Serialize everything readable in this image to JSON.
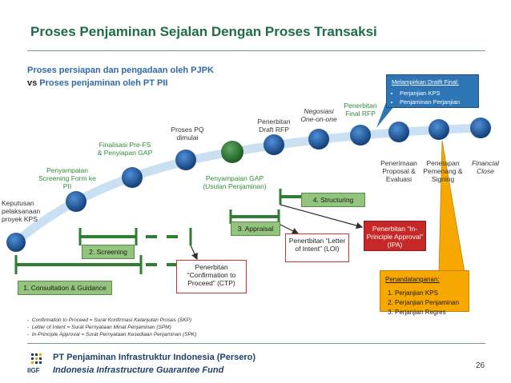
{
  "title": "Proses Penjaminan Sejalan Dengan Proses Transaksi",
  "subtitle": {
    "line1": "Proses persiapan dan pengadaan oleh PJPK",
    "vs": "vs",
    "line2": " Proses penjaminan oleh PT PII"
  },
  "milestones": [
    {
      "label": "Keputusan pelaksanaan proyek KPS"
    },
    {
      "label": "Penyampaian Screening Form ke PII"
    },
    {
      "label": "Finalisasi Pre-FS & Penyiapan GAP"
    },
    {
      "label": "Proses PQ dimulai"
    },
    {
      "label": "Penyampaian GAP (Usulan Penjaminan)"
    },
    {
      "label": "Penerbitan Draft RFP"
    },
    {
      "label": "Negosiasi One-on-one"
    },
    {
      "label": "Penerbitan Final RFP"
    },
    {
      "label": "Penerimaan Proposal & Evaluasi"
    },
    {
      "label": "Penetapan Pemenang & Signing"
    },
    {
      "label": "Financial Close"
    }
  ],
  "phases": {
    "consultation": "1. Consultation & Guidance",
    "screening": "2. Screening",
    "appraisal": "3. Appraisal",
    "structuring": "4. Structuring"
  },
  "documents": {
    "ctp": "Penerbitan “Confirmation to Proceed” (CTP)",
    "loi": "Penertbitan “Letter of Intent” (LOI)",
    "ipa": "Penerbitan “In-Principle Approval” (IPA)"
  },
  "final_draft_box": {
    "heading": "Melampirkan Dratft Final:",
    "items": [
      "Perjanjian KPS",
      "Penjaminan Perjanjian"
    ]
  },
  "signing_box": {
    "heading": "Penandatanganan:",
    "items": [
      "Perjanjian KPS",
      "Perjanjian Penjaminan",
      "Perjanjian Regres"
    ]
  },
  "notes": [
    "Confirmation to Proceed = Surat Konfirmasi Kelanjutan Proses (SKP)",
    "Letter of Intent = Surat Pernyataan Minat Penjaminan (SPM)",
    "In-Principle Approval = Surat Pernyataan Kesediaan Penjaminan (SPK)"
  ],
  "footer": {
    "logo_text": "IIGF",
    "company_name": "PT Penjaminan Infrastruktur Indonesia (Persero)",
    "company_english": "Indonesia Infrastructure Guarantee Fund",
    "page_number": "26"
  },
  "colors": {
    "title": "#1f6b4a",
    "timeline": "#c9dff2",
    "node_blue": "#1f5fa8",
    "node_green": "#2f7d32",
    "phase_green": "#93c47d",
    "red": "#c62828",
    "signing_yellow": "#f6a800",
    "blue_box": "#2e75b6"
  }
}
